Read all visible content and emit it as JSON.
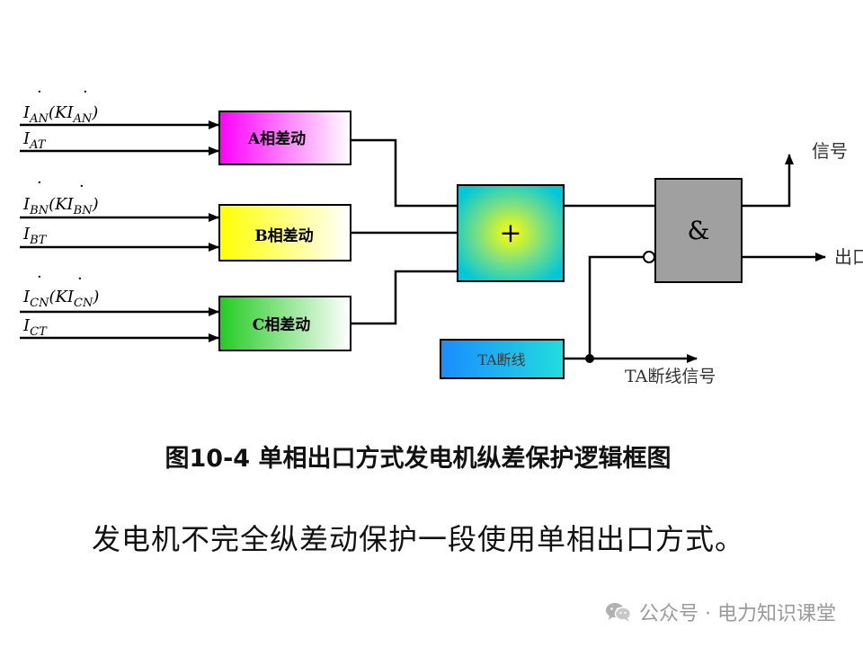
{
  "inputs": {
    "a1": {
      "main": "I",
      "sub": "AN",
      "paren": "(KI",
      "sub2": "AN",
      "close": ")"
    },
    "a2": {
      "main": "I",
      "sub": "AT"
    },
    "b1": {
      "main": "I",
      "sub": "BN",
      "paren": "(KI",
      "sub2": "BN",
      "close": ")"
    },
    "b2": {
      "main": "I",
      "sub": "BT"
    },
    "c1": {
      "main": "I",
      "sub": "CN",
      "paren": "(KI",
      "sub2": "CN",
      "close": ")"
    },
    "c2": {
      "main": "I",
      "sub": "CT"
    },
    "dot_mark": "·"
  },
  "blocks": {
    "a_diff": "A相差动",
    "b_diff": "B相差动",
    "c_diff": "C相差动",
    "or_gate": "+",
    "and_gate": "&",
    "ta_break": "TA断线"
  },
  "outputs": {
    "signal": "信号",
    "trip": "出口",
    "ta_signal": "TA断线信号"
  },
  "colors": {
    "a_block": "#ff00ff",
    "b_block": "#ffff00",
    "c_block": "#22cc22",
    "or_block_center": "#ffff00",
    "or_block_edge": "#00cccc",
    "and_block": "#a0a0a0",
    "ta_block": "#1a8cff",
    "lines": "#000000"
  },
  "caption": "图10-4 单相出口方式发电机纵差保护逻辑框图",
  "subtitle": "发电机不完全纵差动保护一段使用单相出口方式。",
  "watermark": {
    "icon": "wechat-icon",
    "text": "公众号 · 电力知识课堂"
  }
}
